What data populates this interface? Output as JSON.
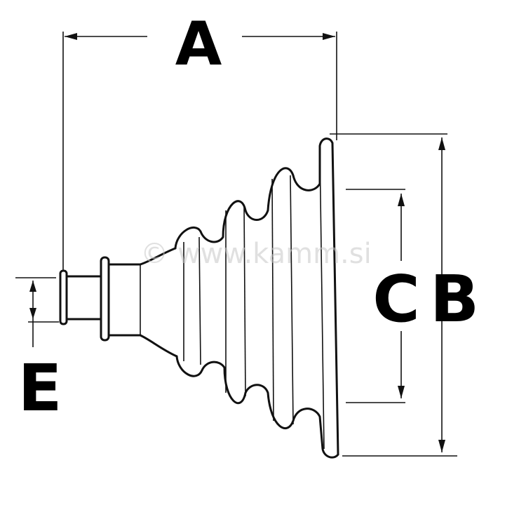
{
  "labels": {
    "a": "A",
    "b": "B",
    "c": "C",
    "e": "E"
  },
  "watermark": "© www.kamm.si",
  "colors": {
    "line": "#111111",
    "background": "#ffffff",
    "watermark": "#c8c8c8"
  }
}
